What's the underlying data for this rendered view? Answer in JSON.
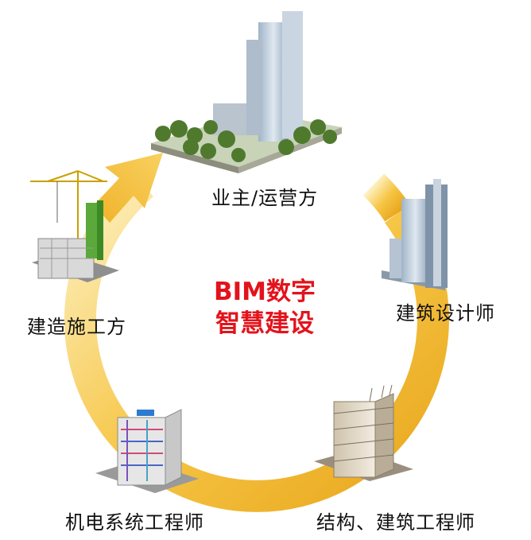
{
  "center_title": {
    "line1": "BIM数字",
    "line2": "智慧建设"
  },
  "roles": {
    "owner": "业主/运营方",
    "designer": "建筑设计师",
    "structural": "结构、建筑工程师",
    "mep": "机电系统工程师",
    "contractor": "建造施工方"
  },
  "colors": {
    "ring_light": "#fbe6a0",
    "ring_mid": "#f5c43c",
    "ring_dark": "#e8a518",
    "center_text": "#e3131b"
  },
  "icons": [
    "office-tower-park-icon",
    "glass-tower-icon",
    "steel-frame-building-icon",
    "mep-building-icon",
    "crane-construction-icon"
  ]
}
